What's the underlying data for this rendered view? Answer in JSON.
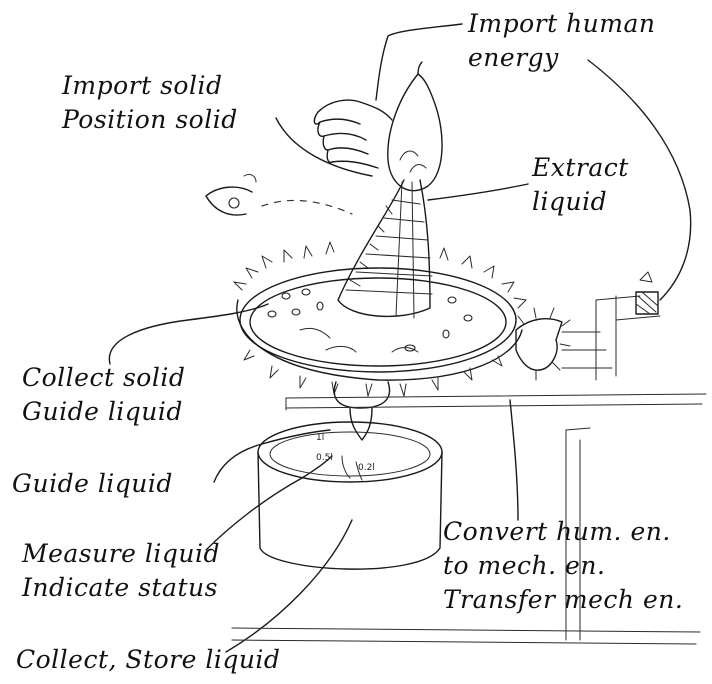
{
  "labels": {
    "import_human_energy": [
      "Import human",
      "energy"
    ],
    "import_position_solid": [
      "Import solid",
      "Position solid"
    ],
    "extract_liquid": [
      "Extract",
      "liquid"
    ],
    "collect_solid_guide_liquid": [
      "Collect solid",
      "Guide liquid"
    ],
    "guide_liquid": [
      "Guide liquid"
    ],
    "measure_indicate": [
      "Measure liquid",
      "Indicate status"
    ],
    "convert_transfer": [
      "Convert hum. en.",
      "to mech. en.",
      "Transfer mech en."
    ],
    "collect_store": [
      "Collect, Store liquid"
    ]
  },
  "scale_marks": [
    "1l",
    "0.5l",
    "0.2l"
  ]
}
